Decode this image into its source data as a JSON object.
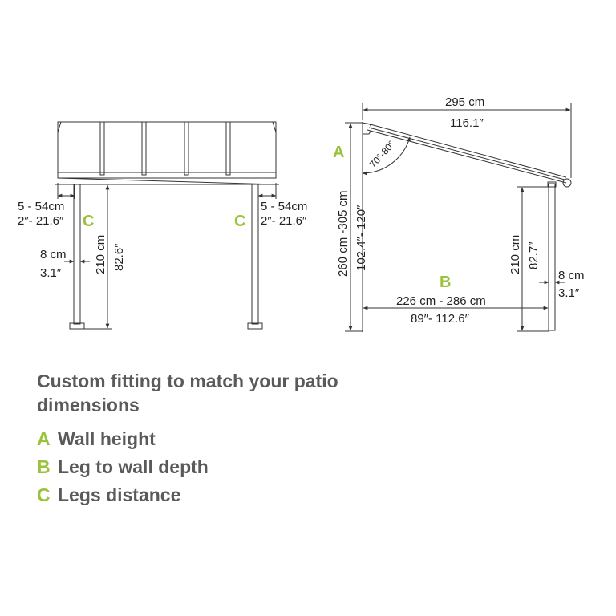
{
  "front_view": {
    "overhang_cm": "5 - 54cm",
    "overhang_in": "2″- 21.6″",
    "leg_width_cm": "8 cm",
    "leg_width_in": "3.1″",
    "height_cm": "210 cm",
    "height_in": "82.6″",
    "label_c": "C"
  },
  "side_view": {
    "width_cm": "295 cm",
    "width_in": "116.1″",
    "label_a": "A",
    "angle": "70°-80°",
    "wall_height_cm": "260 cm -305 cm",
    "wall_height_in": "102.4″- 120″",
    "leg_height_cm": "210 cm",
    "leg_height_in": "82.7″",
    "leg_width_cm": "8 cm",
    "leg_width_in": "3.1″",
    "label_b": "B",
    "depth_cm": "226 cm - 286 cm",
    "depth_in": "89″- 112.6″"
  },
  "caption": {
    "heading": "Custom fitting to match your patio dimensions",
    "items": [
      {
        "letter": "A",
        "text": "Wall height"
      },
      {
        "letter": "B",
        "text": "Leg to wall depth"
      },
      {
        "letter": "C",
        "text": "Legs distance"
      }
    ]
  },
  "colors": {
    "accent": "#9bc23c",
    "line": "#333333",
    "text": "#5a5a5a"
  }
}
